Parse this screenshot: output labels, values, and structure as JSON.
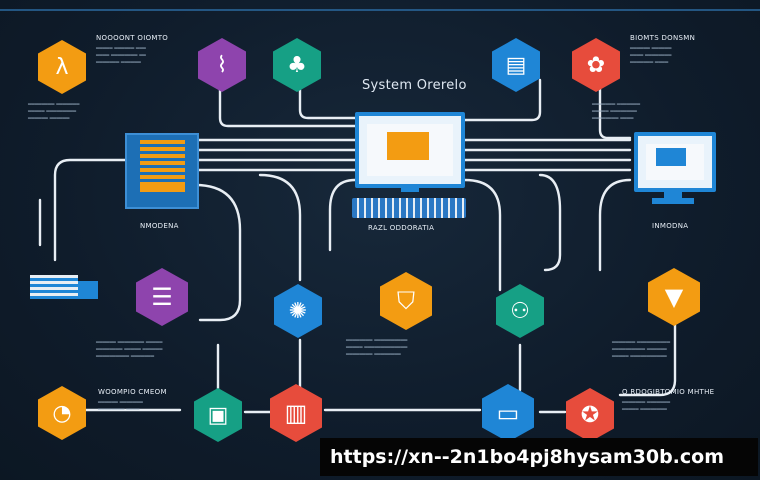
{
  "diagram": {
    "title": "System Orerelo",
    "labels": {
      "left_mid": "NMODENA",
      "center_mid": "RAZL ODDORATIA",
      "right_mid": "INMODNA",
      "top_left": "NOOOONT OIOMTO",
      "top_right": "BIOMTS DONSMN",
      "bottom_left": "WOOMPIO CMEOM",
      "bottom_right": "O  RDOGIBTOMIO MHTHE"
    },
    "url_banner": "https://xn--2n1bo4pj8hysam30b.com"
  },
  "colors": {
    "background": "#0f1c2b",
    "wire": "#e8eef4",
    "orange": "#f39c12",
    "purple": "#8e44ad",
    "teal": "#16a085",
    "blue": "#1f86d6",
    "red": "#e74c3c",
    "green": "#27ae60"
  },
  "icons": {
    "orange_tl": "lambda-icon",
    "purple_top": "chart-icon",
    "teal_top": "tree-icon",
    "blue_top": "document-icon",
    "red_top": "brain-icon"
  }
}
